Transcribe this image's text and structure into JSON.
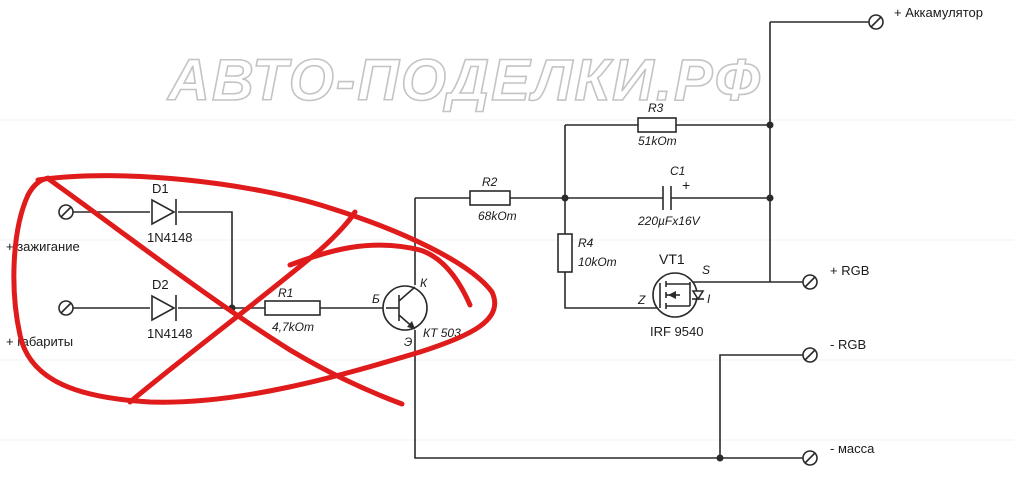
{
  "watermark": "АВТО-ПОДЕЛКИ.РФ",
  "terminals": {
    "battery": "+ Аккамулятор",
    "ignition": "+ зажигание",
    "markers": "+ габариты",
    "rgb_plus": "+ RGB",
    "rgb_minus": "- RGB",
    "ground": "- масса"
  },
  "components": {
    "D1": {
      "ref": "D1",
      "value": "1N4148"
    },
    "D2": {
      "ref": "D2",
      "value": "1N4148"
    },
    "R1": {
      "ref": "R1",
      "value": "4,7kOm"
    },
    "R2": {
      "ref": "R2",
      "value": "68kOm"
    },
    "R3": {
      "ref": "R3",
      "value": "51kOm"
    },
    "R4": {
      "ref": "R4",
      "value": "10kOm"
    },
    "C1": {
      "ref": "C1",
      "value": "220µFx16V",
      "polarity": "+"
    },
    "Q1": {
      "value": "КТ 503",
      "base": "Б",
      "collector": "К",
      "emitter": "Э"
    },
    "VT1": {
      "ref": "VT1",
      "value": "IRF 9540",
      "gate": "Z",
      "source": "S",
      "drain": "I"
    }
  },
  "colors": {
    "wire": "#2a2a2a",
    "scribble": "#e01b1b",
    "watermark_outline": "#c4c4c4"
  }
}
